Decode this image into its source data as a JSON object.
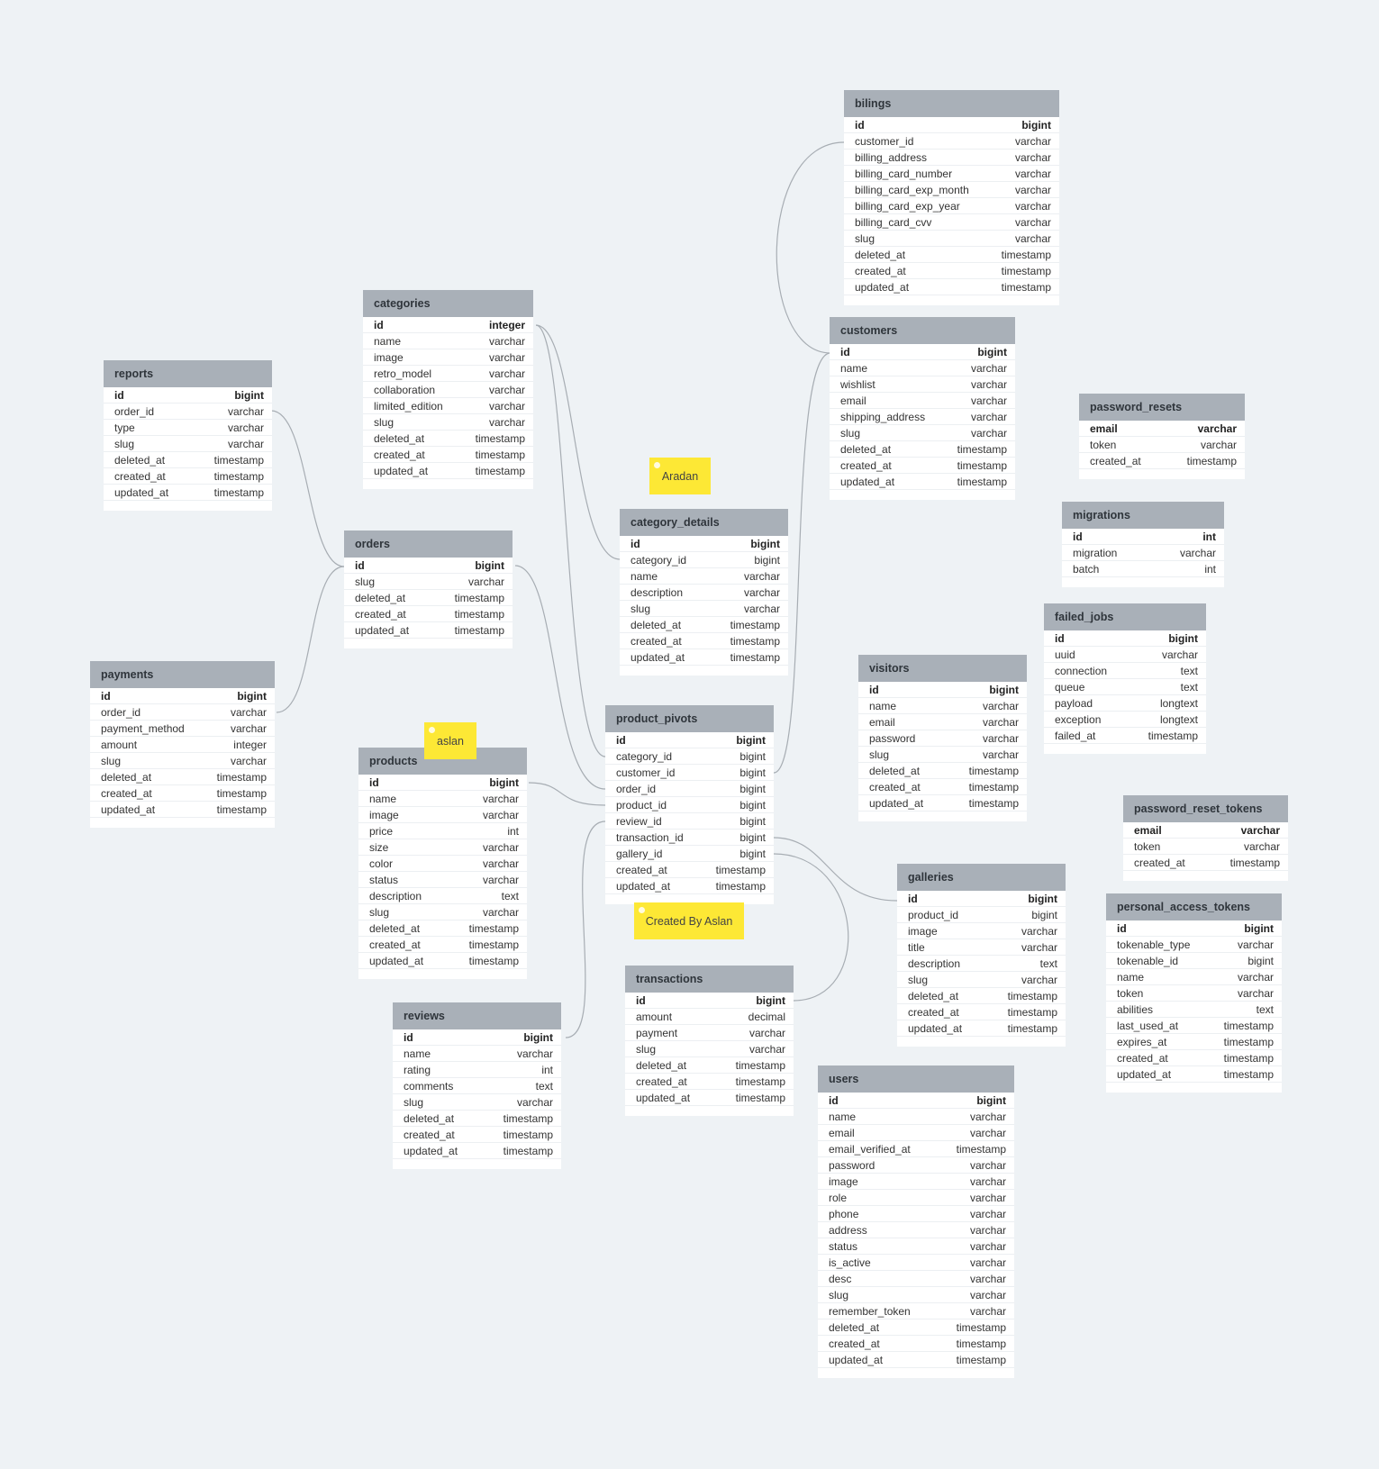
{
  "tables": [
    {
      "name": "bilings",
      "columns": [
        [
          "id",
          "bigint"
        ],
        [
          "customer_id",
          "varchar"
        ],
        [
          "billing_address",
          "varchar"
        ],
        [
          "billing_card_number",
          "varchar"
        ],
        [
          "billing_card_exp_month",
          "varchar"
        ],
        [
          "billing_card_exp_year",
          "varchar"
        ],
        [
          "billing_card_cvv",
          "varchar"
        ],
        [
          "slug",
          "varchar"
        ],
        [
          "deleted_at",
          "timestamp"
        ],
        [
          "created_at",
          "timestamp"
        ],
        [
          "updated_at",
          "timestamp"
        ]
      ]
    },
    {
      "name": "categories",
      "columns": [
        [
          "id",
          "integer"
        ],
        [
          "name",
          "varchar"
        ],
        [
          "image",
          "varchar"
        ],
        [
          "retro_model",
          "varchar"
        ],
        [
          "collaboration",
          "varchar"
        ],
        [
          "limited_edition",
          "varchar"
        ],
        [
          "slug",
          "varchar"
        ],
        [
          "deleted_at",
          "timestamp"
        ],
        [
          "created_at",
          "timestamp"
        ],
        [
          "updated_at",
          "timestamp"
        ]
      ]
    },
    {
      "name": "customers",
      "columns": [
        [
          "id",
          "bigint"
        ],
        [
          "name",
          "varchar"
        ],
        [
          "wishlist",
          "varchar"
        ],
        [
          "email",
          "varchar"
        ],
        [
          "shipping_address",
          "varchar"
        ],
        [
          "slug",
          "varchar"
        ],
        [
          "deleted_at",
          "timestamp"
        ],
        [
          "created_at",
          "timestamp"
        ],
        [
          "updated_at",
          "timestamp"
        ]
      ]
    },
    {
      "name": "reports",
      "columns": [
        [
          "id",
          "bigint"
        ],
        [
          "order_id",
          "varchar"
        ],
        [
          "type",
          "varchar"
        ],
        [
          "slug",
          "varchar"
        ],
        [
          "deleted_at",
          "timestamp"
        ],
        [
          "created_at",
          "timestamp"
        ],
        [
          "updated_at",
          "timestamp"
        ]
      ]
    },
    {
      "name": "password_resets",
      "columns": [
        [
          "email",
          "varchar"
        ],
        [
          "token",
          "varchar"
        ],
        [
          "created_at",
          "timestamp"
        ]
      ]
    },
    {
      "name": "category_details",
      "columns": [
        [
          "id",
          "bigint"
        ],
        [
          "category_id",
          "bigint"
        ],
        [
          "name",
          "varchar"
        ],
        [
          "description",
          "varchar"
        ],
        [
          "slug",
          "varchar"
        ],
        [
          "deleted_at",
          "timestamp"
        ],
        [
          "created_at",
          "timestamp"
        ],
        [
          "updated_at",
          "timestamp"
        ]
      ]
    },
    {
      "name": "migrations",
      "columns": [
        [
          "id",
          "int"
        ],
        [
          "migration",
          "varchar"
        ],
        [
          "batch",
          "int"
        ]
      ]
    },
    {
      "name": "orders",
      "columns": [
        [
          "id",
          "bigint"
        ],
        [
          "slug",
          "varchar"
        ],
        [
          "deleted_at",
          "timestamp"
        ],
        [
          "created_at",
          "timestamp"
        ],
        [
          "updated_at",
          "timestamp"
        ]
      ]
    },
    {
      "name": "failed_jobs",
      "columns": [
        [
          "id",
          "bigint"
        ],
        [
          "uuid",
          "varchar"
        ],
        [
          "connection",
          "text"
        ],
        [
          "queue",
          "text"
        ],
        [
          "payload",
          "longtext"
        ],
        [
          "exception",
          "longtext"
        ],
        [
          "failed_at",
          "timestamp"
        ]
      ]
    },
    {
      "name": "visitors",
      "columns": [
        [
          "id",
          "bigint"
        ],
        [
          "name",
          "varchar"
        ],
        [
          "email",
          "varchar"
        ],
        [
          "password",
          "varchar"
        ],
        [
          "slug",
          "varchar"
        ],
        [
          "deleted_at",
          "timestamp"
        ],
        [
          "created_at",
          "timestamp"
        ],
        [
          "updated_at",
          "timestamp"
        ]
      ]
    },
    {
      "name": "payments",
      "columns": [
        [
          "id",
          "bigint"
        ],
        [
          "order_id",
          "varchar"
        ],
        [
          "payment_method",
          "varchar"
        ],
        [
          "amount",
          "integer"
        ],
        [
          "slug",
          "varchar"
        ],
        [
          "deleted_at",
          "timestamp"
        ],
        [
          "created_at",
          "timestamp"
        ],
        [
          "updated_at",
          "timestamp"
        ]
      ]
    },
    {
      "name": "product_pivots",
      "columns": [
        [
          "id",
          "bigint"
        ],
        [
          "category_id",
          "bigint"
        ],
        [
          "customer_id",
          "bigint"
        ],
        [
          "order_id",
          "bigint"
        ],
        [
          "product_id",
          "bigint"
        ],
        [
          "review_id",
          "bigint"
        ],
        [
          "transaction_id",
          "bigint"
        ],
        [
          "gallery_id",
          "bigint"
        ],
        [
          "created_at",
          "timestamp"
        ],
        [
          "updated_at",
          "timestamp"
        ]
      ]
    },
    {
      "name": "products",
      "columns": [
        [
          "id",
          "bigint"
        ],
        [
          "name",
          "varchar"
        ],
        [
          "image",
          "varchar"
        ],
        [
          "price",
          "int"
        ],
        [
          "size",
          "varchar"
        ],
        [
          "color",
          "varchar"
        ],
        [
          "status",
          "varchar"
        ],
        [
          "description",
          "text"
        ],
        [
          "slug",
          "varchar"
        ],
        [
          "deleted_at",
          "timestamp"
        ],
        [
          "created_at",
          "timestamp"
        ],
        [
          "updated_at",
          "timestamp"
        ]
      ]
    },
    {
      "name": "password_reset_tokens",
      "columns": [
        [
          "email",
          "varchar"
        ],
        [
          "token",
          "varchar"
        ],
        [
          "created_at",
          "timestamp"
        ]
      ]
    },
    {
      "name": "galleries",
      "columns": [
        [
          "id",
          "bigint"
        ],
        [
          "product_id",
          "bigint"
        ],
        [
          "image",
          "varchar"
        ],
        [
          "title",
          "varchar"
        ],
        [
          "description",
          "text"
        ],
        [
          "slug",
          "varchar"
        ],
        [
          "deleted_at",
          "timestamp"
        ],
        [
          "created_at",
          "timestamp"
        ],
        [
          "updated_at",
          "timestamp"
        ]
      ]
    },
    {
      "name": "personal_access_tokens",
      "columns": [
        [
          "id",
          "bigint"
        ],
        [
          "tokenable_type",
          "varchar"
        ],
        [
          "tokenable_id",
          "bigint"
        ],
        [
          "name",
          "varchar"
        ],
        [
          "token",
          "varchar"
        ],
        [
          "abilities",
          "text"
        ],
        [
          "last_used_at",
          "timestamp"
        ],
        [
          "expires_at",
          "timestamp"
        ],
        [
          "created_at",
          "timestamp"
        ],
        [
          "updated_at",
          "timestamp"
        ]
      ]
    },
    {
      "name": "transactions",
      "columns": [
        [
          "id",
          "bigint"
        ],
        [
          "amount",
          "decimal"
        ],
        [
          "payment",
          "varchar"
        ],
        [
          "slug",
          "varchar"
        ],
        [
          "deleted_at",
          "timestamp"
        ],
        [
          "created_at",
          "timestamp"
        ],
        [
          "updated_at",
          "timestamp"
        ]
      ]
    },
    {
      "name": "reviews",
      "columns": [
        [
          "id",
          "bigint"
        ],
        [
          "name",
          "varchar"
        ],
        [
          "rating",
          "int"
        ],
        [
          "comments",
          "text"
        ],
        [
          "slug",
          "varchar"
        ],
        [
          "deleted_at",
          "timestamp"
        ],
        [
          "created_at",
          "timestamp"
        ],
        [
          "updated_at",
          "timestamp"
        ]
      ]
    },
    {
      "name": "users",
      "columns": [
        [
          "id",
          "bigint"
        ],
        [
          "name",
          "varchar"
        ],
        [
          "email",
          "varchar"
        ],
        [
          "email_verified_at",
          "timestamp"
        ],
        [
          "password",
          "varchar"
        ],
        [
          "image",
          "varchar"
        ],
        [
          "role",
          "varchar"
        ],
        [
          "phone",
          "varchar"
        ],
        [
          "address",
          "varchar"
        ],
        [
          "status",
          "varchar"
        ],
        [
          "is_active",
          "varchar"
        ],
        [
          "desc",
          "varchar"
        ],
        [
          "slug",
          "varchar"
        ],
        [
          "remember_token",
          "varchar"
        ],
        [
          "deleted_at",
          "timestamp"
        ],
        [
          "created_at",
          "timestamp"
        ],
        [
          "updated_at",
          "timestamp"
        ]
      ]
    }
  ],
  "notes": [
    "Aradan",
    "aslan",
    "Created By Aslan"
  ],
  "colors": {
    "background": "#eef2f5",
    "header": "#a9b0b8",
    "note": "#fde835",
    "link": "#a7adb3"
  }
}
